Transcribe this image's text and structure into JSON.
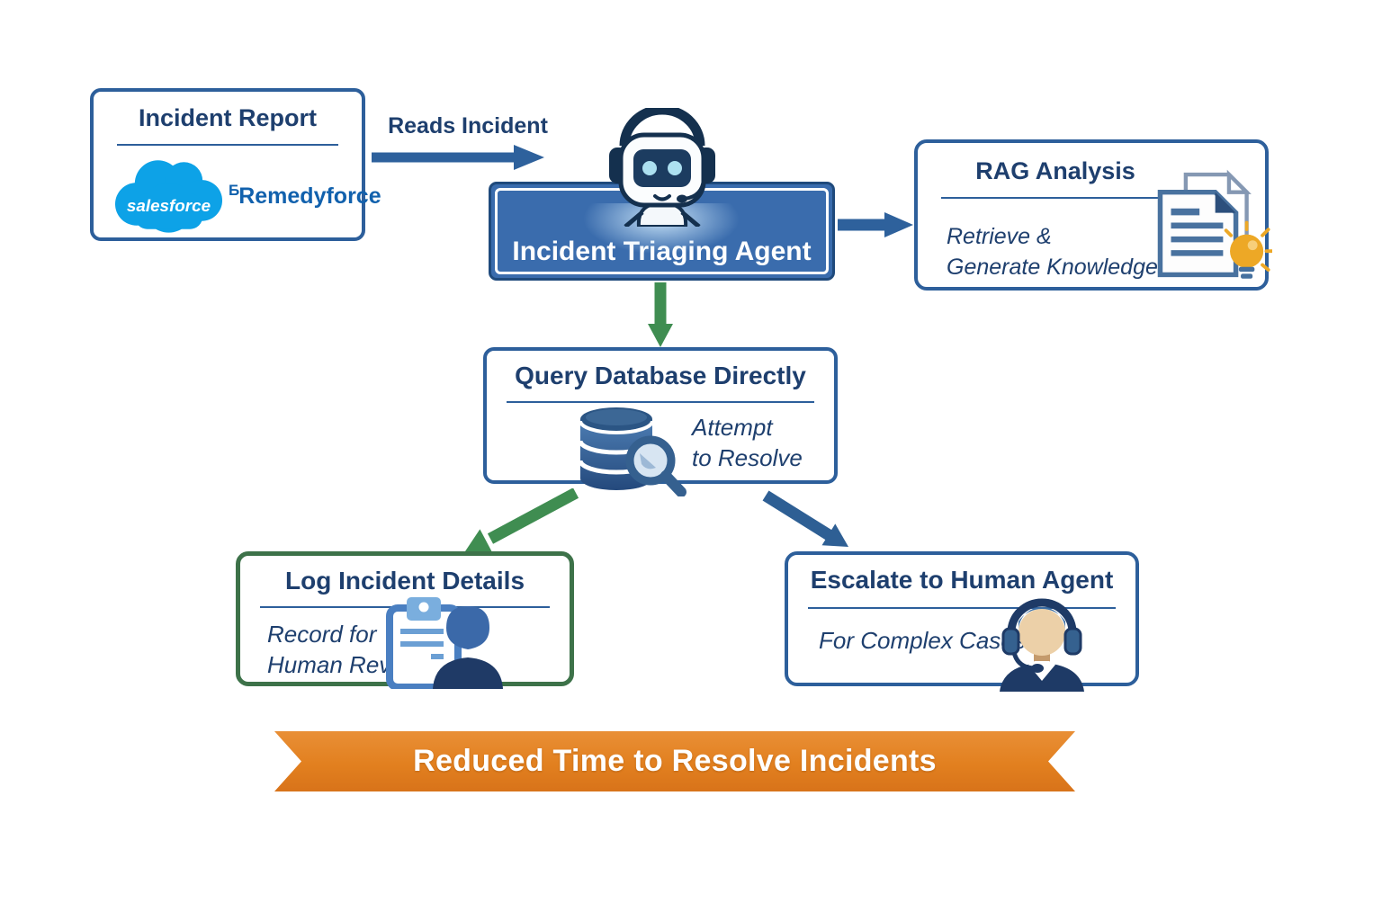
{
  "colors": {
    "navy_text": "#1e3f6e",
    "box_border_blue": "#2d5f9b",
    "agent_box_fill": "#3a6cad",
    "green_arrow": "#3f8d51",
    "green_border": "#3d7249",
    "arrow_blue": "#2e619c",
    "banner_orange": "#e2801f",
    "salesforce_blue": "#0da2e7",
    "remedyforce_blue": "#1161ad",
    "lightbulb_orange": "#eda826",
    "skin_tone": "#ecd0a8"
  },
  "nodes": {
    "incident_report": {
      "title": "Incident Report",
      "salesforce_label": "salesforce",
      "remedyforce_mark": "Б",
      "remedyforce_label": "Remedyforce"
    },
    "triaging_agent": {
      "title": "Incident Triaging Agent"
    },
    "rag_analysis": {
      "title": "RAG Analysis",
      "subtitle_line1": "Retrieve &",
      "subtitle_line2": "Generate Knowledge"
    },
    "query_database": {
      "title": "Query Database Directly",
      "subtitle_line1": "Attempt",
      "subtitle_line2": "to Resolve"
    },
    "log_incident": {
      "title": "Log Incident Details",
      "subtitle_line1": "Record for",
      "subtitle_line2": "Human Review"
    },
    "escalate_human": {
      "title": "Escalate to Human Agent",
      "subtitle": "For Complex Cases"
    }
  },
  "edges": {
    "reads_incident": "Reads Incident"
  },
  "banner": {
    "text": "Reduced Time to Resolve Incidents"
  },
  "icons": {
    "salesforce": "salesforce-cloud-logo-icon",
    "remedyforce": "remedyforce-logo",
    "robot": "robot-agent-icon",
    "rag": "documents-lightbulb-icon",
    "database": "database-magnifier-icon",
    "log": "clipboard-person-icon",
    "escalate": "headset-agent-icon"
  }
}
